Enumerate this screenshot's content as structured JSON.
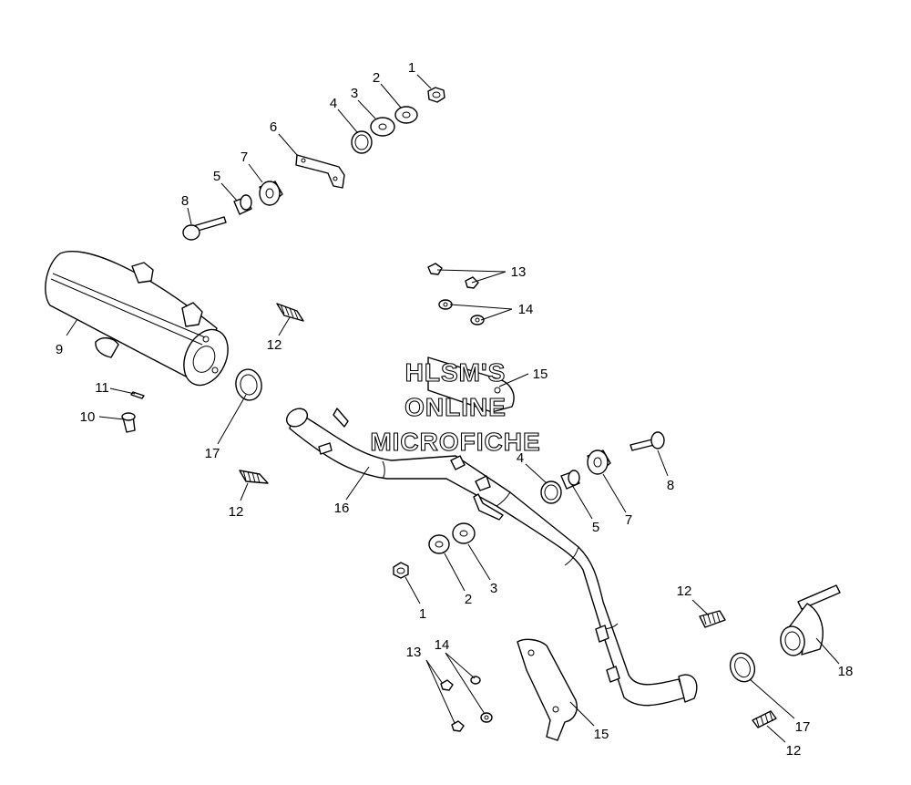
{
  "watermark": {
    "line1": "HLSM'S",
    "line2": "ONLINE",
    "line3": "MICROFICHE"
  },
  "callouts": [
    {
      "id": "c1a",
      "text": "1"
    },
    {
      "id": "c2a",
      "text": "2"
    },
    {
      "id": "c3a",
      "text": "3"
    },
    {
      "id": "c4a",
      "text": "4"
    },
    {
      "id": "c6",
      "text": "6"
    },
    {
      "id": "c7a",
      "text": "7"
    },
    {
      "id": "c5a",
      "text": "5"
    },
    {
      "id": "c8a",
      "text": "8"
    },
    {
      "id": "c13a",
      "text": "13"
    },
    {
      "id": "c14a",
      "text": "14"
    },
    {
      "id": "c9",
      "text": "9"
    },
    {
      "id": "c12a",
      "text": "12"
    },
    {
      "id": "c15a",
      "text": "15"
    },
    {
      "id": "c11",
      "text": "11"
    },
    {
      "id": "c10",
      "text": "10"
    },
    {
      "id": "c17a",
      "text": "17"
    },
    {
      "id": "c4b",
      "text": "4"
    },
    {
      "id": "c8b",
      "text": "8"
    },
    {
      "id": "c12b",
      "text": "12"
    },
    {
      "id": "c16",
      "text": "16"
    },
    {
      "id": "c5b",
      "text": "5"
    },
    {
      "id": "c7b",
      "text": "7"
    },
    {
      "id": "c3b",
      "text": "3"
    },
    {
      "id": "c2b",
      "text": "2"
    },
    {
      "id": "c1b",
      "text": "1"
    },
    {
      "id": "c12c",
      "text": "12"
    },
    {
      "id": "c18",
      "text": "18"
    },
    {
      "id": "c13b",
      "text": "13"
    },
    {
      "id": "c14b",
      "text": "14"
    },
    {
      "id": "c15b",
      "text": "15"
    },
    {
      "id": "c17b",
      "text": "17"
    },
    {
      "id": "c12d",
      "text": "12"
    }
  ]
}
